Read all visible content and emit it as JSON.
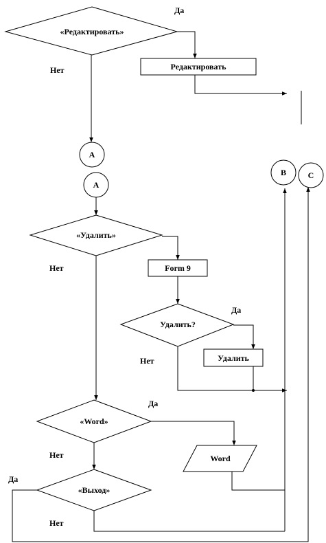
{
  "diagram": {
    "decisions": {
      "edit": "«Редактировать»",
      "delete": "«Удалить»",
      "confirm_delete": "Удалить?",
      "word": "«Word»",
      "exit": "«Выход»"
    },
    "processes": {
      "edit": "Редактировать",
      "form9": "Form 9",
      "delete": "Удалить"
    },
    "io": {
      "word": "Word"
    },
    "connectors": {
      "a_out": "A",
      "a_in": "A",
      "b": "B",
      "c": "C"
    },
    "branch_labels": {
      "yes": "Да",
      "no": "Нет"
    }
  }
}
